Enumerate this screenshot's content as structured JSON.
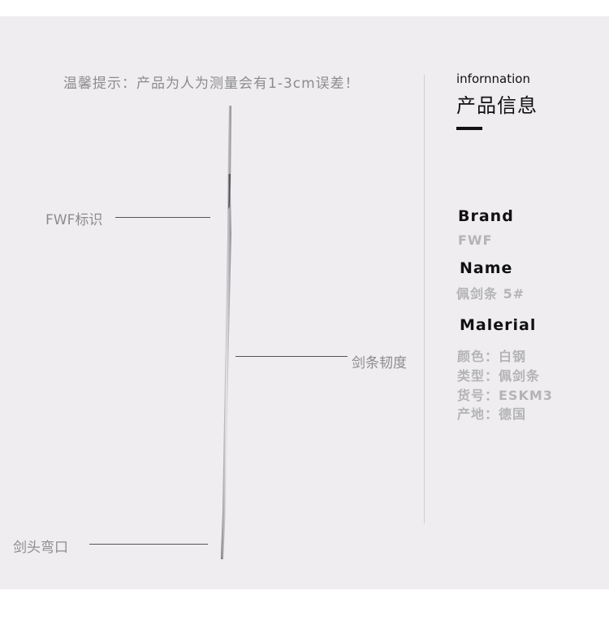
{
  "notice": "温馨提示：产品为人为测量会有1-3cm误差！",
  "info_heading": {
    "en": "infornnation",
    "cn": "产品信息"
  },
  "callouts": {
    "fwf_mark": "FWF标识",
    "blade_flex": "剑条韧度",
    "tip_bend": "剑头弯口"
  },
  "details": {
    "brand_label": "Brand",
    "brand_value": "FWF",
    "name_label": "Name",
    "name_value": "佩剑条 5#",
    "material_label": "Malerial",
    "material_lines": [
      "颜色：白钢",
      "类型：佩剑条",
      "货号：ESKM3",
      "产地：德国"
    ]
  },
  "colors": {
    "panel_bg": "#efedf0",
    "label_dark": "#111111",
    "value_gray": "#b4b4b6",
    "callout_gray": "#8c8c8c"
  }
}
